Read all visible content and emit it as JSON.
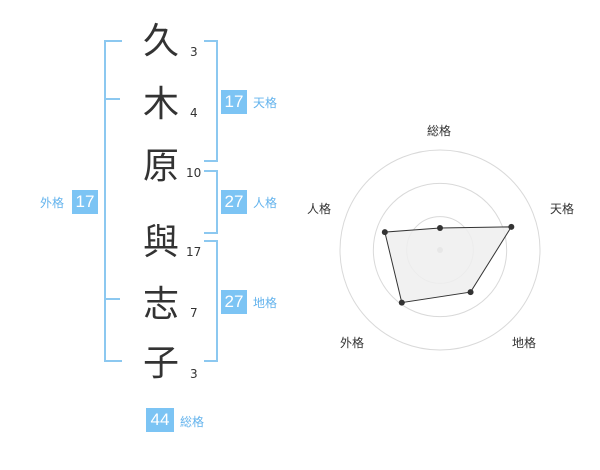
{
  "name": {
    "characters": [
      {
        "char": "久",
        "strokes": "3"
      },
      {
        "char": "木",
        "strokes": "4"
      },
      {
        "char": "原",
        "strokes": "10"
      },
      {
        "char": "與",
        "strokes": "17"
      },
      {
        "char": "志",
        "strokes": "7"
      },
      {
        "char": "子",
        "strokes": "3"
      }
    ]
  },
  "kaku": {
    "tenkaku": {
      "value": "17",
      "label": "天格"
    },
    "jinkaku": {
      "value": "27",
      "label": "人格"
    },
    "chikaku": {
      "value": "27",
      "label": "地格"
    },
    "gaikaku": {
      "value": "17",
      "label": "外格"
    },
    "soukaku": {
      "value": "44",
      "label": "総格"
    }
  },
  "colors": {
    "accent": "#7cc4f4",
    "bracket": "#8cc8f0",
    "label": "#63b3ed",
    "text": "#333333"
  },
  "chart_data": {
    "type": "radar",
    "axes": [
      "総格",
      "天格",
      "地格",
      "外格",
      "人格"
    ],
    "values": [
      0.22,
      0.75,
      0.52,
      0.65,
      0.58
    ],
    "range": [
      0,
      1
    ],
    "rings": 3,
    "grid": true
  }
}
